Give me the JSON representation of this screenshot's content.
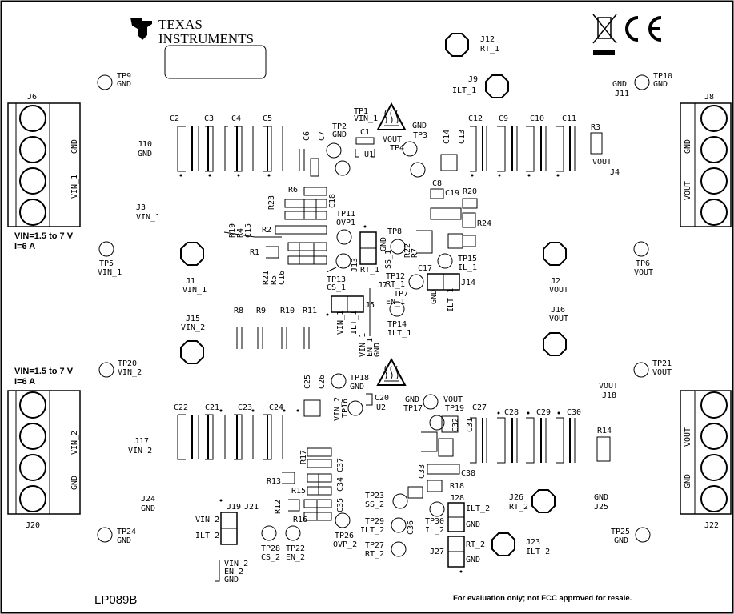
{
  "board_id": "LP089B",
  "brand": {
    "line1": "TEXAS",
    "line2": "INSTRUMENTS"
  },
  "disclaimer": "For evaluation only; not FCC approved for resale.",
  "input_spec_1": {
    "voltage": "VIN=1.5 to 7 V",
    "current": "I=6 A"
  },
  "input_spec_2": {
    "voltage": "VIN=1.5 to 7 V",
    "current": "I=6 A"
  },
  "terminals": {
    "j6": {
      "name": "J6",
      "pin_a": "GND",
      "pin_b": "VIN_1"
    },
    "j8": {
      "name": "J8",
      "pin_a": "GND",
      "pin_b": "VOUT"
    },
    "j20": {
      "name": "J20",
      "pin_a": "VIN_2",
      "pin_b": "GND"
    },
    "j22": {
      "name": "J22",
      "pin_a": "VOUT",
      "pin_b": "GND"
    }
  },
  "labels": {
    "tp9": "TP9",
    "tp9_sig": "GND",
    "j12": "J12",
    "j12_sig": "RT_1",
    "j9": "J9",
    "j9_sig": "ILT_1",
    "tp10": "TP10",
    "tp10_sig": "GND",
    "tp10_gnd": "GND",
    "j11": "J11",
    "j10": "J10",
    "j10_sig": "GND",
    "j3": "J3",
    "j3_sig": "VIN_1",
    "tp1": "TP1",
    "tp1_sig": "VIN_1",
    "tp2": "TP2",
    "tp2_sig": "GND",
    "tp3": "TP3",
    "tp3_gnd": "GND",
    "tp4": "TP4",
    "tp4_sig": "VOUT",
    "u1": "U1",
    "u2": "U2",
    "c1": "C1",
    "c2": "C2",
    "c3": "C3",
    "c4": "C4",
    "c5": "C5",
    "c6": "C6",
    "c7": "C7",
    "c8": "C8",
    "c9": "C9",
    "c10": "C10",
    "c11": "C11",
    "c12": "C12",
    "c13": "C13",
    "c14": "C14",
    "c15": "C15",
    "c16": "C16",
    "c17": "C17",
    "c18": "C18",
    "c19": "C19",
    "c20": "C20",
    "c21": "C21",
    "c22": "C22",
    "c23": "C23",
    "c24": "C24",
    "c25": "C25",
    "c26": "C26",
    "c27": "C27",
    "c28": "C28",
    "c29": "C29",
    "c30": "C30",
    "c31": "C31",
    "c32": "C32",
    "c33": "C33",
    "c34": "C34",
    "c35": "C35",
    "c36": "C36",
    "c37": "C37",
    "c38": "C38",
    "r1": "R1",
    "r2": "R2",
    "r3": "R3",
    "r4": "R4",
    "r5": "R5",
    "r6": "R6",
    "r7": "R7",
    "r8": "R8",
    "r9": "R9",
    "r10": "R10",
    "r11": "R11",
    "r12": "R12",
    "r13": "R13",
    "r14": "R14",
    "r15": "R15",
    "r16": "R16",
    "r17": "R17",
    "r18": "R18",
    "r19": "R19",
    "r20": "R20",
    "r21": "R21",
    "r22": "R22",
    "r23": "R23",
    "r24": "R24",
    "j4": "J4",
    "j4_sig": "VOUT",
    "tp11": "TP11",
    "tp11_sig": "OVP1",
    "tp8": "TP8",
    "tp8_sig": "SS_1",
    "j13": "J13",
    "j13_gnd": "GND",
    "j13_sig": "RT_1",
    "tp5": "TP5",
    "tp5_sig": "VIN_1",
    "j1": "J1",
    "j1_sig": "VIN_1",
    "tp13": "TP13",
    "tp13_sig": "CS_1",
    "tp12": "TP12",
    "tp12_sig": "RT_1",
    "tp7": "TP7",
    "tp7_sig": "EN_1",
    "tp15": "TP15",
    "tp15_sig": "IL_1",
    "j14": "J14",
    "j14_gnd": "GND",
    "j14_sig": "ILT_1",
    "j2": "J2",
    "j2_sig": "VOUT",
    "tp6": "TP6",
    "tp6_sig": "VOUT",
    "j7": "J7",
    "j5": "J5",
    "j5_a": "VIN_1",
    "j5_b": "ILT_1",
    "j5_list": [
      "VIN_1",
      "EN_1",
      "GND"
    ],
    "tp14": "TP14",
    "tp14_sig": "ILT_1",
    "j15": "J15",
    "j15_sig": "VIN_2",
    "j16": "J16",
    "j16_sig": "VOUT",
    "tp20": "TP20",
    "tp20_sig": "VIN_2",
    "tp21": "TP21",
    "tp21_sig": "VOUT",
    "tp18": "TP18",
    "tp18_sig": "GND",
    "tp16": "TP16",
    "tp16_sig": "VIN_2",
    "tp17": "TP17",
    "tp17_sig": "GND",
    "tp19": "TP19",
    "tp19_sig": "VOUT",
    "j18": "J18",
    "j18_sig": "VOUT",
    "j17": "J17",
    "j17_sig": "VIN_2",
    "j24": "J24",
    "j24_sig": "GND",
    "j19": "J19",
    "j21": "J21",
    "j19_a": "VIN_2",
    "j19_b": "ILT_2",
    "tp23": "TP23",
    "tp23_sig": "SS_2",
    "tp29": "TP29",
    "tp29_sig": "ILT_2",
    "tp30": "TP30",
    "tp30_sig": "IL_2",
    "tp27": "TP27",
    "tp27_sig": "RT_2",
    "tp26": "TP26",
    "tp26_sig": "OVP_2",
    "tp28": "TP28",
    "tp28_sig": "CS_2",
    "tp22": "TP22",
    "tp22_sig": "EN_2",
    "j28": "J28",
    "j28_a": "ILT_2",
    "j28_b": "GND",
    "j27": "J27",
    "j27_a": "RT_2",
    "j27_b": "GND",
    "j26": "J26",
    "j26_sig": "RT_2",
    "j23": "J23",
    "j23_sig": "ILT_2",
    "j25": "J25",
    "j25_gnd": "GND",
    "tp24": "TP24",
    "tp24_sig": "GND",
    "tp25": "TP25",
    "tp25_sig": "GND",
    "bottom_list": [
      "VIN_2",
      "EN_2",
      "GND"
    ]
  }
}
